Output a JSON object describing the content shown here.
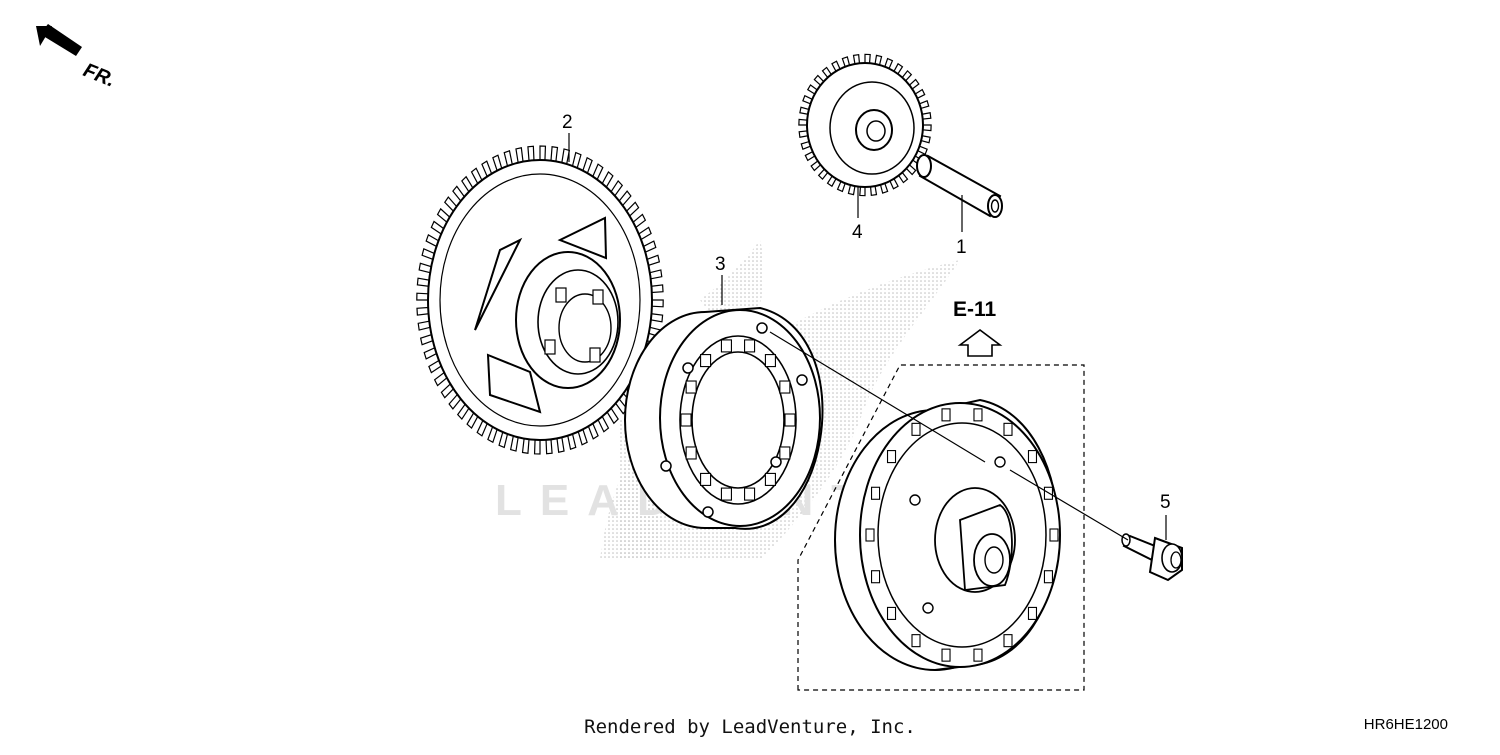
{
  "diagram": {
    "direction_label": "FR.",
    "watermark_text": "LEADVENTURE",
    "reference": "E-11",
    "parts": [
      {
        "number": "1"
      },
      {
        "number": "2"
      },
      {
        "number": "3"
      },
      {
        "number": "4"
      },
      {
        "number": "5"
      }
    ]
  },
  "footer": {
    "credit": "Rendered by LeadVenture, Inc.",
    "code": "HR6HE1200"
  }
}
